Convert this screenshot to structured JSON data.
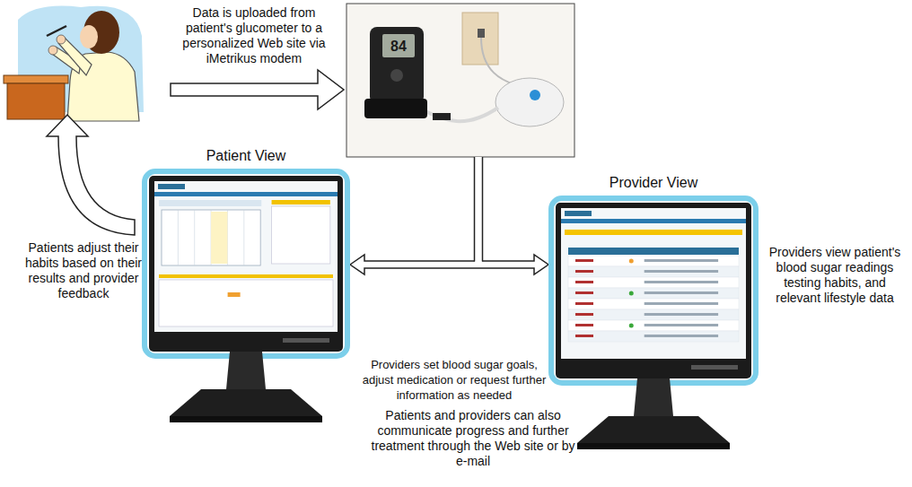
{
  "diagram": {
    "nodes": [
      {
        "text": [
          "Patient View"
        ]
      },
      {
        "text": [
          "Provider View"
        ]
      }
    ],
    "edges": [
      {
        "from": 0,
        "to": 1,
        "arrow": "both"
      }
    ],
    "labels": [
      "Data is uploaded from patient's glucometer to a personalized Web site via iMetrikus modem",
      "84",
      "Patients adjust their habits based on their results and provider feedback",
      "Providers view patient's blood sugar readings testing habits, and relevant lifestyle data",
      "Providers set blood sugar goals, adjust medication or request further information as needed",
      "Patients and providers can also communicate progress and further treatment through the Web site or by e-mail"
    ]
  }
}
